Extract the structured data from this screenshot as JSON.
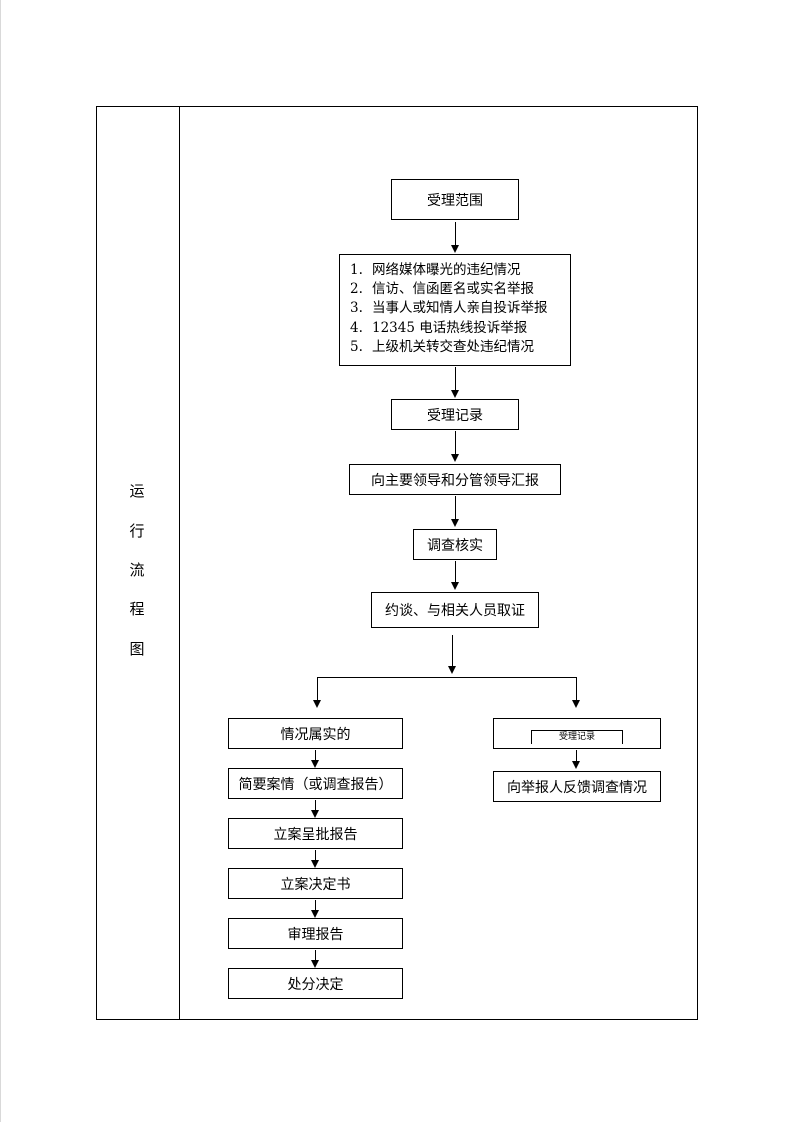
{
  "side_label": [
    "运",
    "行",
    "流",
    "程",
    "图"
  ],
  "flow": {
    "scope": "受理范围",
    "scope_items": [
      {
        "num": "1.",
        "text": "网络媒体曝光的违纪情况"
      },
      {
        "num": "2.",
        "text": "信访、信函匿名或实名举报"
      },
      {
        "num": "3.",
        "text": "当事人或知情人亲自投诉举报"
      },
      {
        "num": "4.",
        "text": "12345 电话热线投诉举报"
      },
      {
        "num": "5.",
        "text": "上级机关转交查处违纪情况"
      }
    ],
    "record": "受理记录",
    "report_leaders": "向主要领导和分管领导汇报",
    "investigate": "调查核实",
    "interview": "约谈、与相关人员取证",
    "left_branch": {
      "true_case": "情况属实的",
      "brief": "简要案情（或调查报告）",
      "filing_report": "立案呈批报告",
      "filing_decision": "立案决定书",
      "review_report": "审理报告",
      "punishment": "处分决定"
    },
    "right_branch": {
      "record": "受理记录",
      "feedback": "向举报人反馈调查情况"
    }
  }
}
